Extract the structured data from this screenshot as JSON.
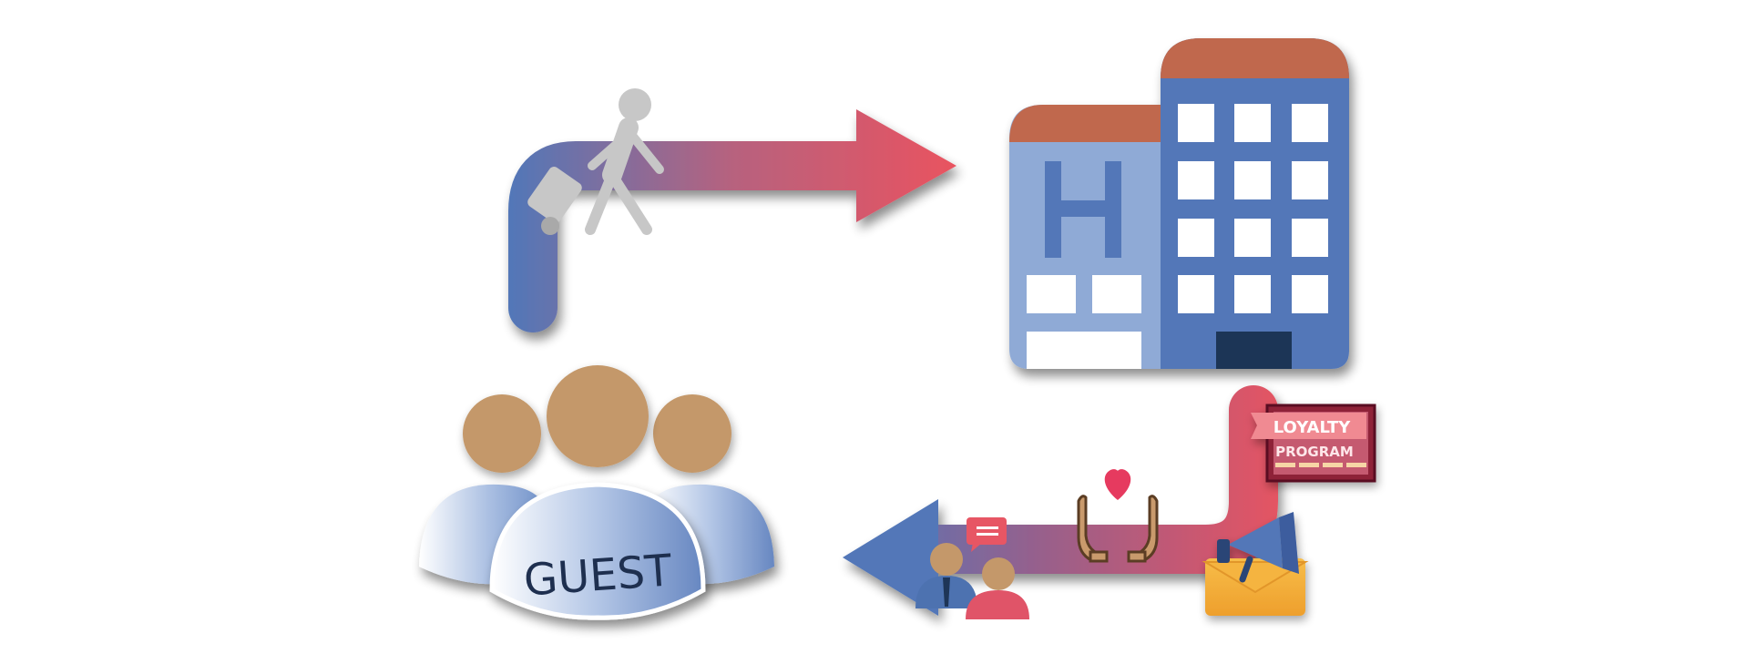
{
  "guest_label": "GUEST",
  "loyalty": {
    "line1": "LOYALTY",
    "line2": "PROGRAM"
  },
  "colors": {
    "blue": "#5277b8",
    "light_blue": "#8faad6",
    "red": "#e95360",
    "roof": "#c0684d",
    "door": "#1e3557",
    "skin": "#c4986a",
    "gold": "#f2aa37",
    "traveler_gray": "#c7c7c7"
  },
  "icons": [
    "traveler-icon",
    "hotel-building-icon",
    "guest-group-icon",
    "loyalty-program-sign-icon",
    "megaphone-envelope-icon",
    "heart-hands-icon",
    "customer-service-icon"
  ]
}
